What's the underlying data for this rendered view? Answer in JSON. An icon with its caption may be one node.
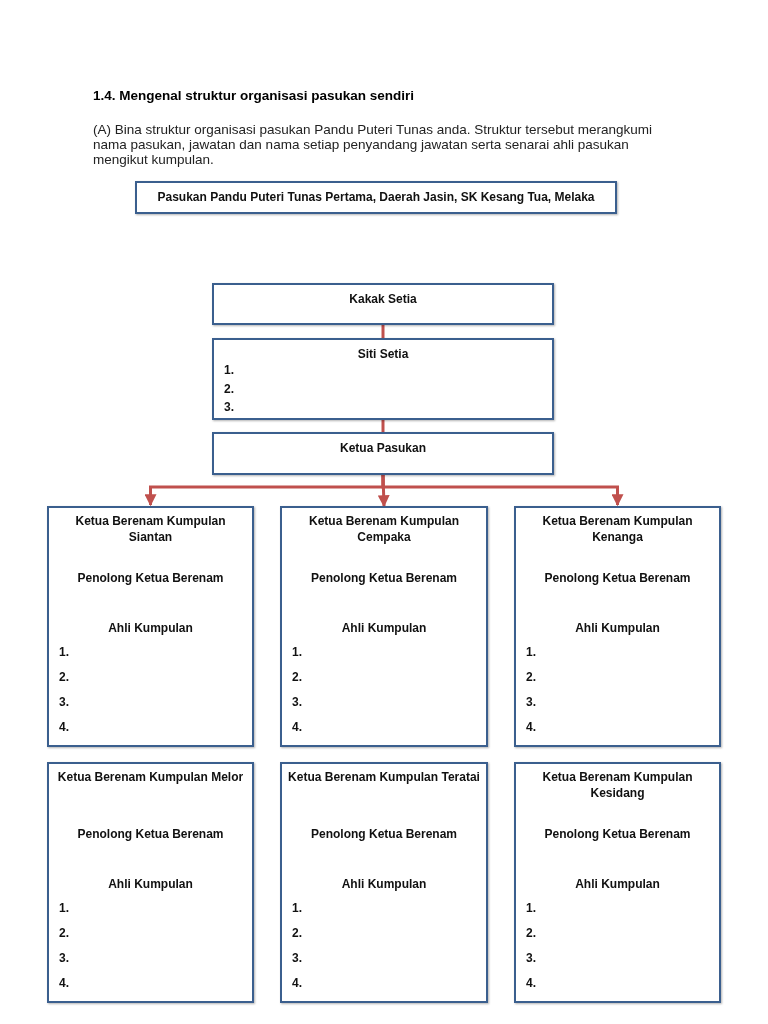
{
  "diagram": {
    "title": "1.4. Mengenal struktur organisasi pasukan sendiri",
    "nodes": [
      {
        "text": [
          "Pasukan Pandu Puteri Tunas Pertama, Daerah Jasin, SK Kesang Tua, Melaka"
        ]
      },
      {
        "text": [
          "Kakak Setia"
        ]
      },
      {
        "text": [
          "Siti Setia",
          "1.",
          "2.",
          "3."
        ]
      },
      {
        "text": [
          "Ketua Pasukan"
        ]
      },
      {
        "text": [
          "Ketua Berenam Kumpulan Siantan",
          "Penolong Ketua Berenam",
          "Ahli Kumpulan",
          "1.",
          "2.",
          "3.",
          "4."
        ]
      },
      {
        "text": [
          "Ketua Berenam Kumpulan Cempaka",
          "Penolong Ketua Berenam",
          "Ahli Kumpulan",
          "1.",
          "2.",
          "3.",
          "4."
        ]
      },
      {
        "text": [
          "Ketua Berenam Kumpulan Kenanga",
          "Penolong Ketua Berenam",
          "Ahli Kumpulan",
          "1.",
          "2.",
          "3.",
          "4."
        ]
      },
      {
        "text": [
          "Ketua Berenam Kumpulan Melor",
          "Penolong Ketua Berenam",
          "Ahli Kumpulan",
          "1.",
          "2.",
          "3.",
          "4."
        ]
      },
      {
        "text": [
          "Ketua Berenam Kumpulan Teratai",
          "Penolong Ketua Berenam",
          "Ahli Kumpulan",
          "1.",
          "2.",
          "3.",
          "4."
        ]
      },
      {
        "text": [
          "Ketua Berenam Kumpulan Kesidang",
          "Penolong Ketua Berenam",
          "Ahli Kumpulan",
          "1.",
          "2.",
          "3.",
          "4."
        ]
      }
    ],
    "edges": [
      {
        "from": 1,
        "to": 2,
        "arrow": "none"
      },
      {
        "from": 2,
        "to": 3,
        "arrow": "none"
      },
      {
        "from": 3,
        "to": 4,
        "arrow": "to"
      },
      {
        "from": 3,
        "to": 5,
        "arrow": "to"
      },
      {
        "from": 3,
        "to": 6,
        "arrow": "to"
      }
    ],
    "labels": [
      "(A) Bina struktur organisasi pasukan Pandu Puteri Tunas anda. Struktur tersebut merangkumi nama pasukan, jawatan dan nama setiap penyandang jawatan serta senarai ahli pasukan mengikut kumpulan."
    ]
  }
}
